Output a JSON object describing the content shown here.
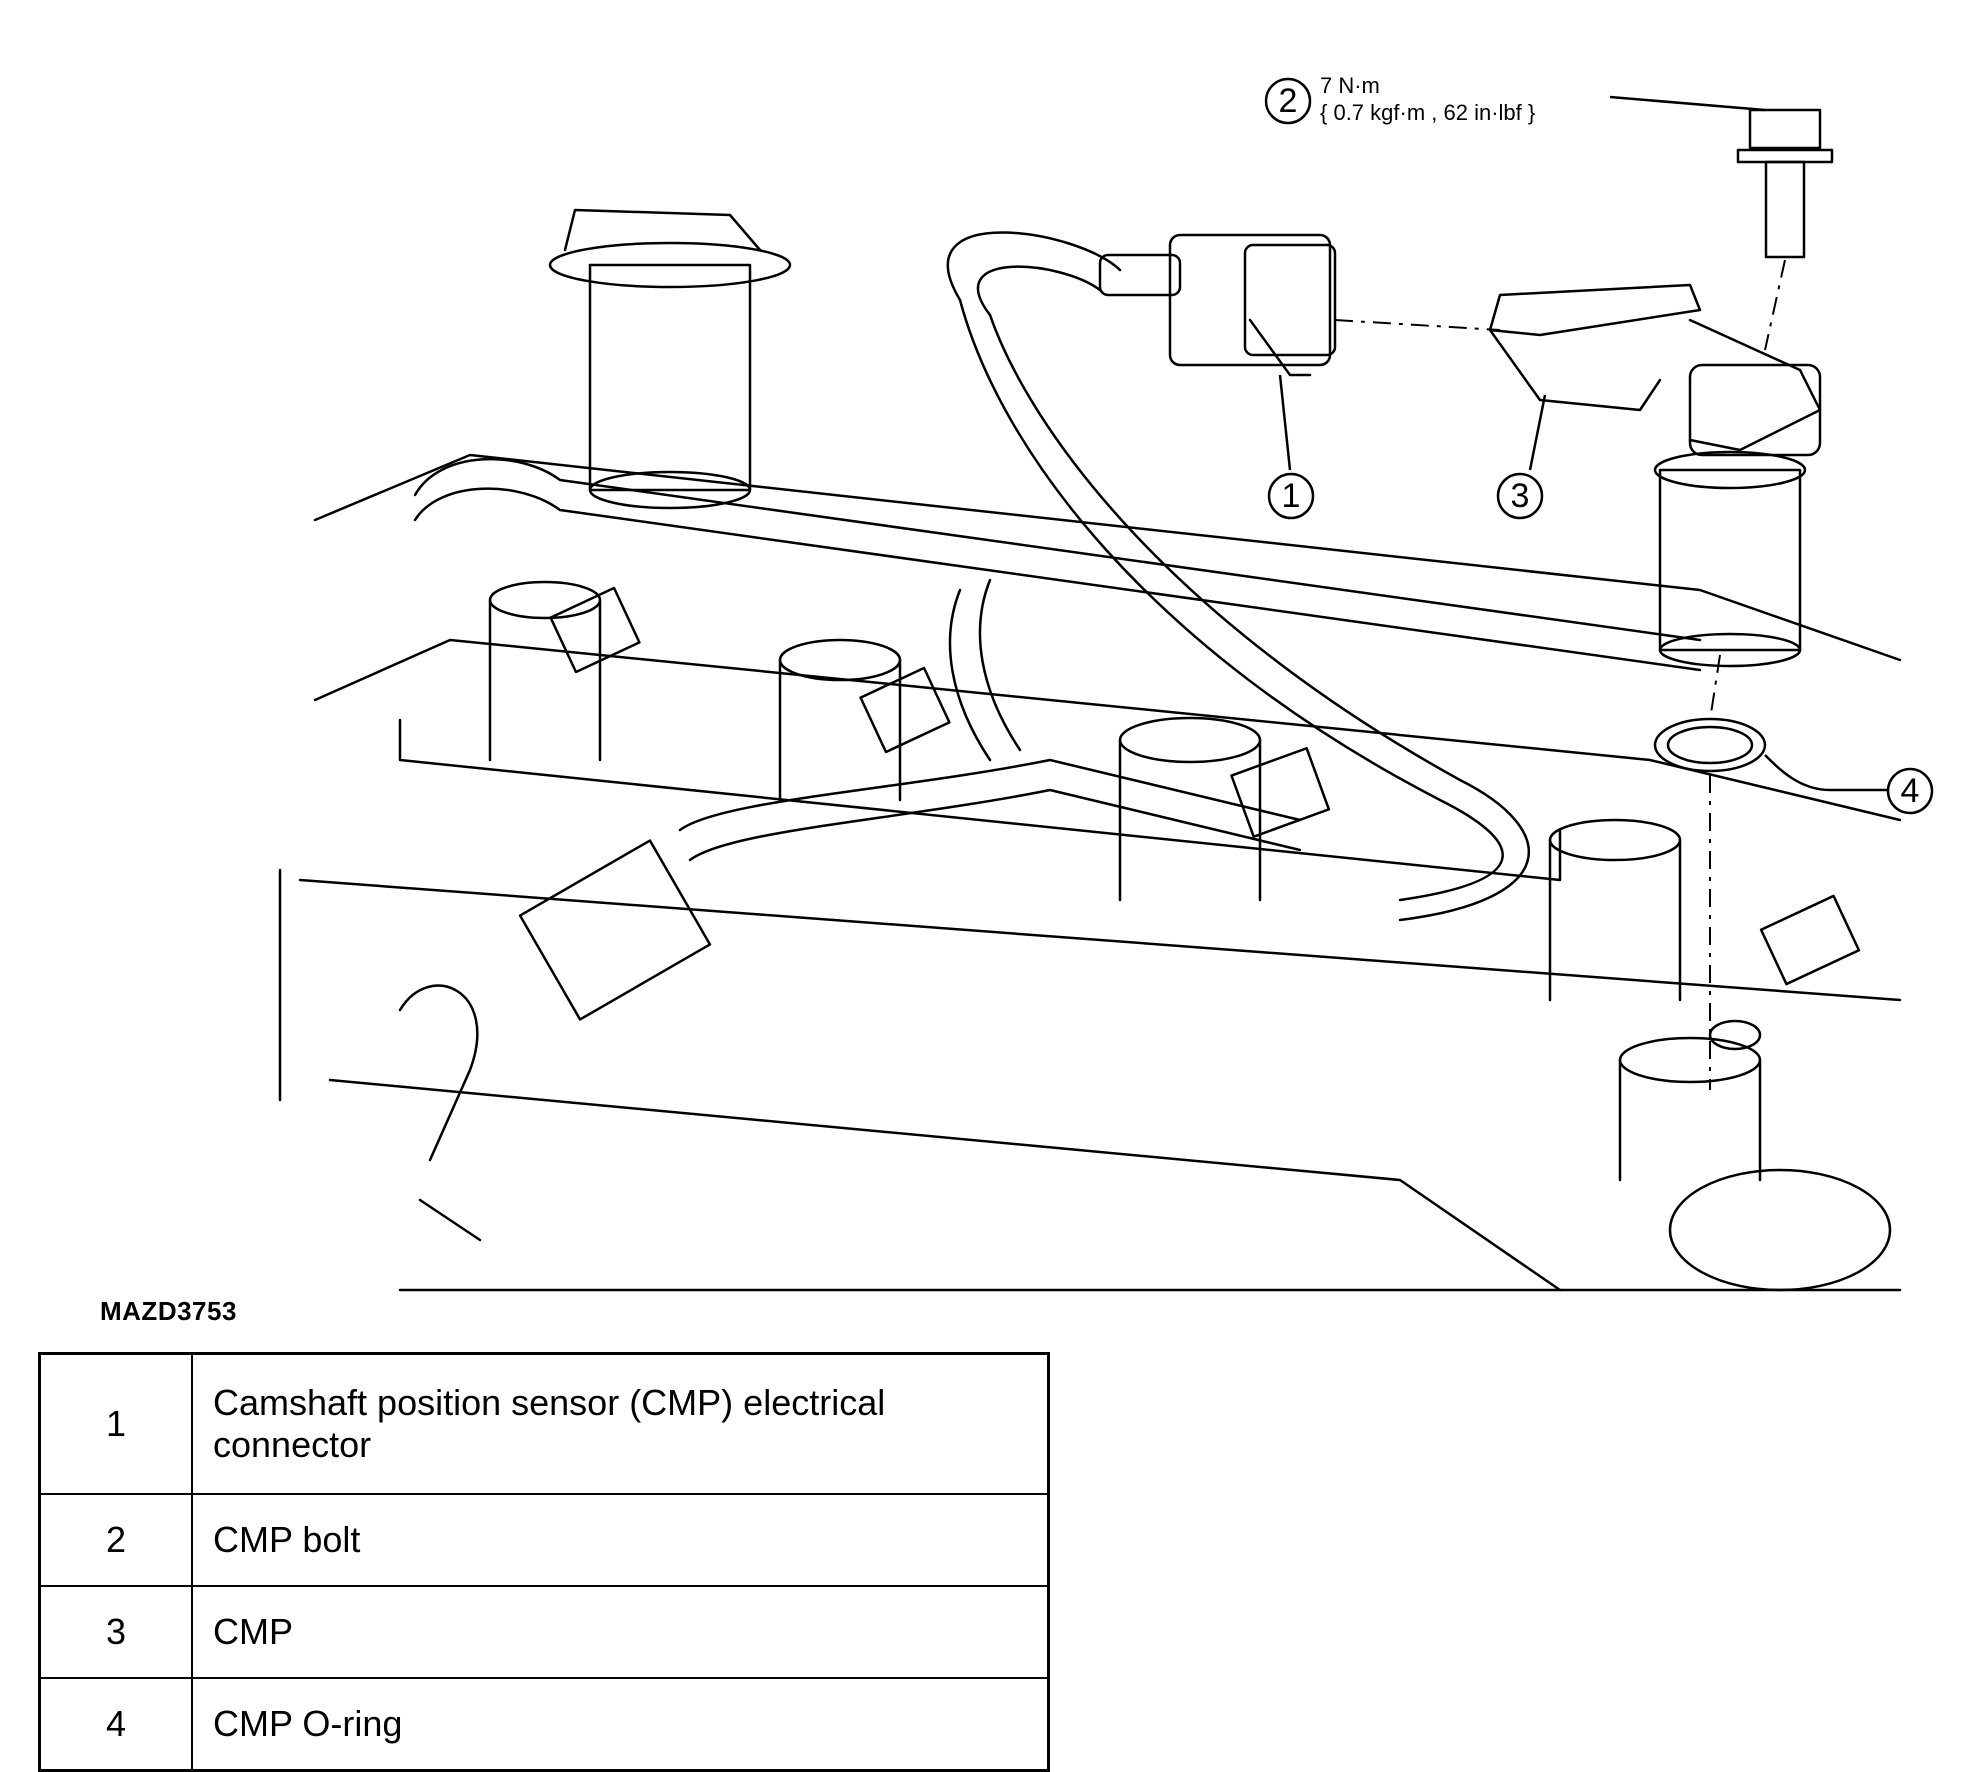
{
  "figure_id": "MAZD3753",
  "callouts": [
    {
      "num": "1",
      "label": "Camshaft position sensor (CMP) electrical connector"
    },
    {
      "num": "2",
      "label": "CMP bolt"
    },
    {
      "num": "3",
      "label": "CMP"
    },
    {
      "num": "4",
      "label": "CMP O-ring"
    }
  ],
  "torque": {
    "line1": "7 N·m",
    "line2": "{ 0.7 kgf·m , 62 in·lbf }"
  },
  "colors": {
    "line": "#000000",
    "background": "#ffffff"
  }
}
